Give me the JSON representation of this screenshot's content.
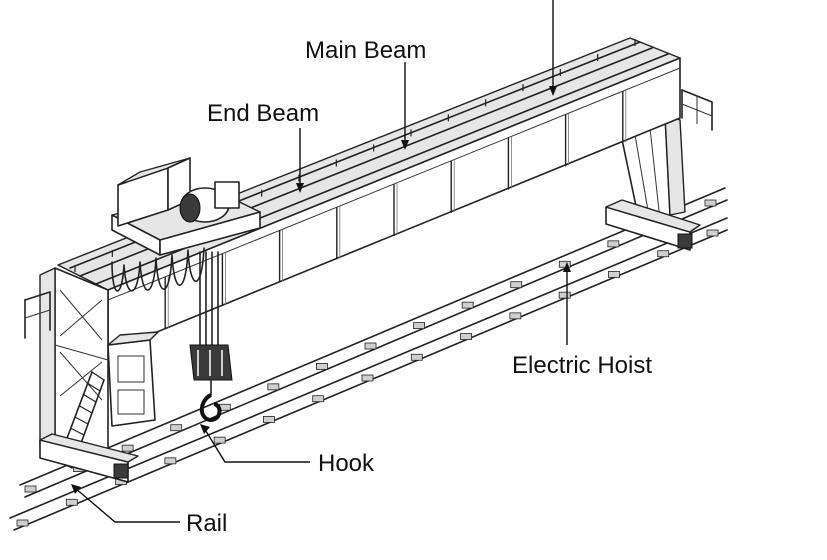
{
  "labels": {
    "main_beam": "Main Beam",
    "end_beam": "End Beam",
    "electric_hoist": "Electric Hoist",
    "hook": "Hook",
    "rail": "Rail"
  }
}
